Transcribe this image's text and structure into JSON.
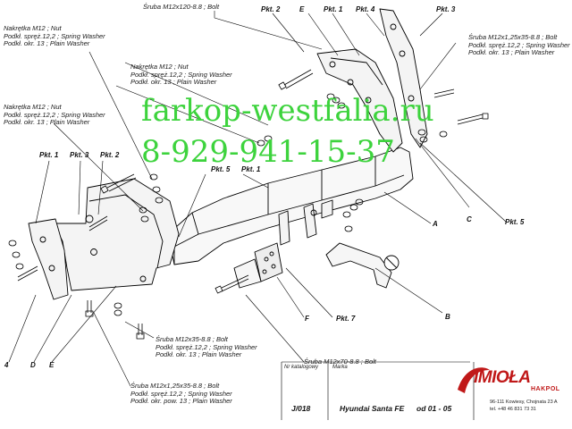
{
  "watermark": {
    "line1": "farkop-westfalia.ru",
    "line2": "8-929-941-15-37",
    "color": "#3dd33d"
  },
  "labels": {
    "top_bolt": "Śruba M12x120-8.8 ;  Bolt",
    "nut_left_top": [
      "Nakrętka  M12 ; Nut",
      "Podkł. spręż.12,2 ; Spring Washer",
      "Podkł. okr. 13 ; Plain Washer"
    ],
    "nut_center": [
      "Nakrętka  M12 ; Nut",
      "Podkł. spręż.12,2 ; Spring Washer",
      "Podkł. okr. 13 ; Plain Washer"
    ],
    "nut_left_mid": [
      "Nakrętka  M12 ; Nut",
      "Podkł. spręż.12,2 ; Spring Washer",
      "Podkł. okr. 13 ; Plain Washer"
    ],
    "bolt_right_top": [
      "Śruba M12x1,25x35-8.8 ;  Bolt",
      "Podkł. spręż.12,2 ; Spring Washer",
      "Podkł. okr. 13 ; Plain Washer"
    ],
    "bolt_center_bottom": [
      "Śruba M12x35-8.8 ;  Bolt",
      "Podkł. spręż.12,2 ; Spring Washer",
      "Podkł. okr. 13 ; Plain Washer"
    ],
    "bolt_m70": "Śruba M12x70-8.8 ;  Bolt",
    "bolt_left_bottom": [
      "Śruba M12x1,25x35-8.8 ;  Bolt",
      "Podkł. spręż.12,2 ; Spring Washer",
      "Podkł. okr. pow. 13 ; Plain Washer"
    ]
  },
  "points": {
    "pkt2_top": "Pkt. 2",
    "e_top": "E",
    "pkt1_top": "Pkt. 1",
    "pkt4_top": "Pkt. 4",
    "pkt3_top": "Pkt. 3",
    "pkt1_left": "Pkt. 1",
    "pkt3_left": "Pkt. 3",
    "pkt2_left": "Pkt. 2",
    "pkt5_mid": "Pkt. 5",
    "pkt1_mid": "Pkt. 1",
    "pkt5_right": "Pkt. 5",
    "pkt7": "Pkt. 7",
    "a": "A",
    "b": "B",
    "c": "C",
    "d": "D",
    "e_bottom": "E",
    "f": "F",
    "four": "4"
  },
  "title_block": {
    "catalog_label": "Nr katalogowy",
    "make_label": "Marka",
    "catalog_no": "J/018",
    "model": "Hyundai Santa FE",
    "years": "od  01 - 05",
    "brand": "IMIOŁA",
    "brand_sub": "HAKPOL",
    "address1": "96-111 Kowiesy, Chojnata 23 A",
    "address2": "tel. +48 46 831 73 31"
  }
}
